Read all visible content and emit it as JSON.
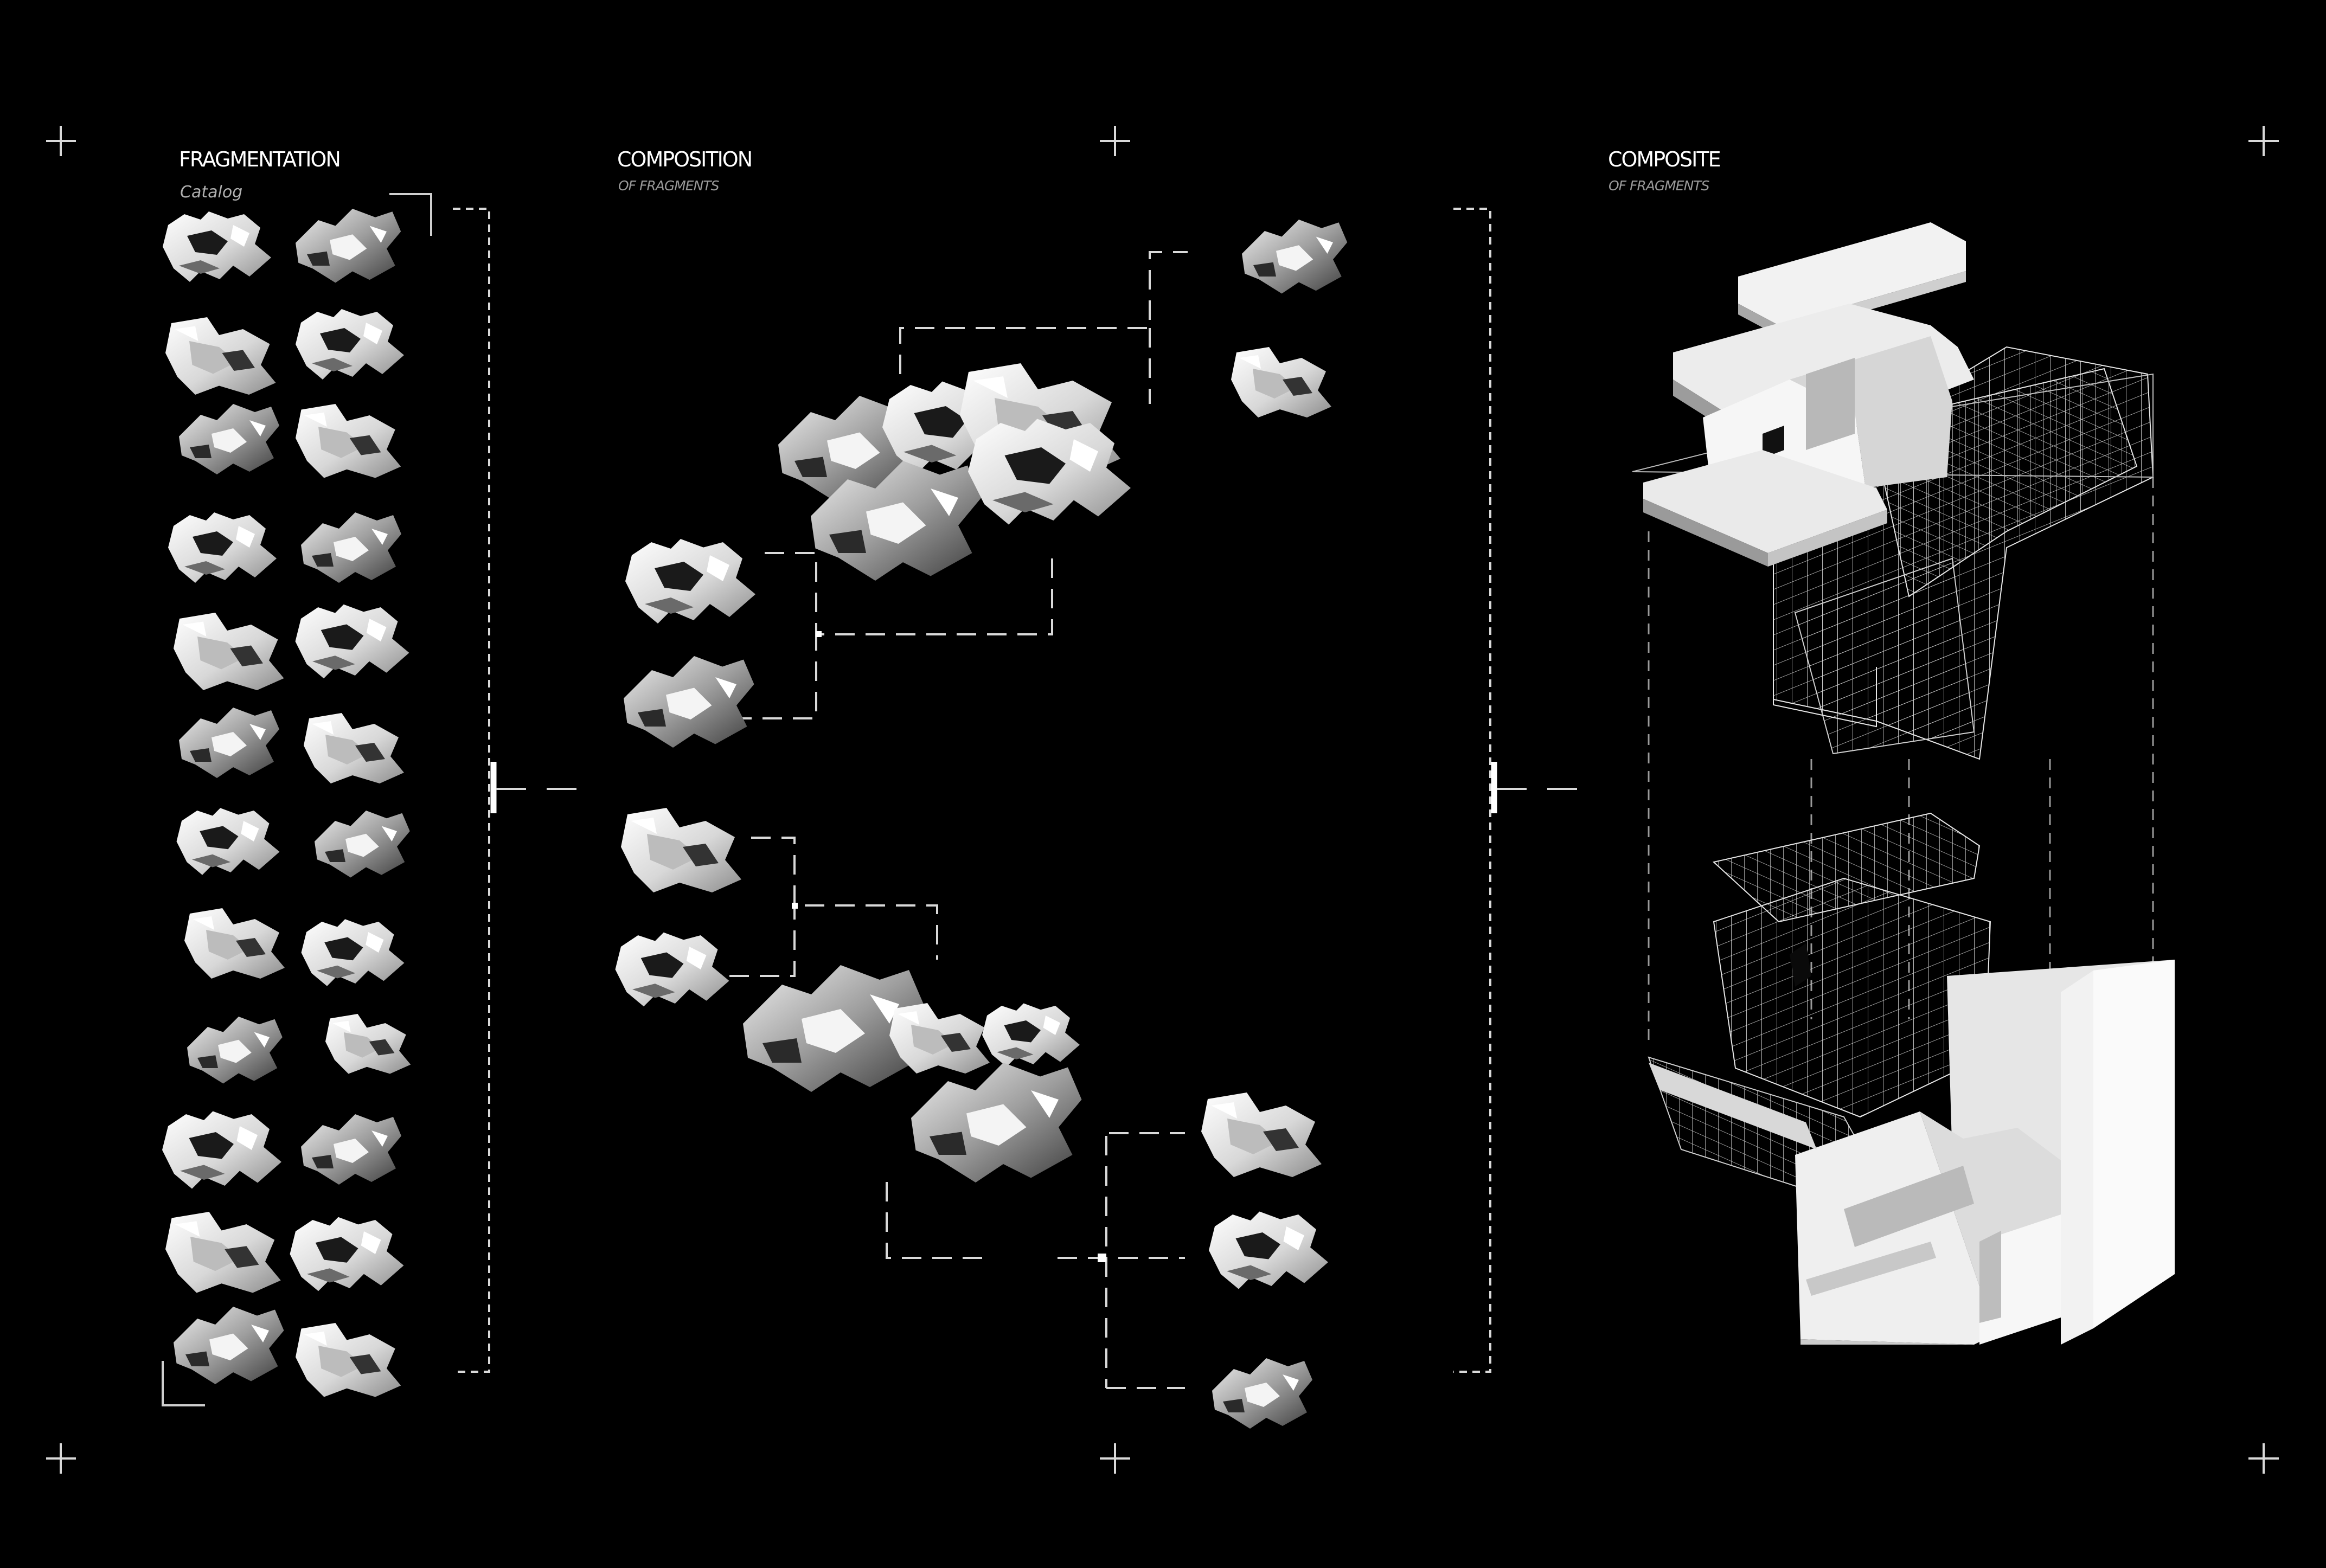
{
  "sections": {
    "fragmentation": {
      "title": "FRAGMENTATION",
      "subtitle": "Catalog"
    },
    "composition": {
      "title": "COMPOSITION",
      "subtitle": "OF FRAGMENTS"
    },
    "composite": {
      "title": "COMPOSITE",
      "subtitle": "OF FRAGMENTS"
    }
  },
  "colors": {
    "background": "#000000",
    "fragment_light": "#f2f2f2",
    "fragment_mid": "#bdbdbd",
    "fragment_dark": "#555555",
    "line": "#d9d9d9",
    "wireframe": "#e6e6e6"
  },
  "catalog_fragment_count": 24
}
